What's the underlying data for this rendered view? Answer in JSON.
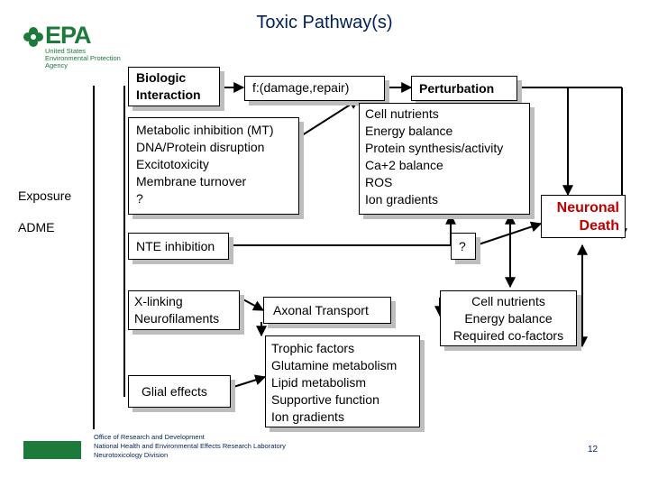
{
  "title": "Toxic Pathway(s)",
  "logo": {
    "wordmark": "EPA",
    "agency_lines": [
      "United States",
      "Environmental Protection",
      "Agency"
    ]
  },
  "left_labels": {
    "exposure": "Exposure",
    "adme": "ADME"
  },
  "headers": {
    "biologic_interaction": "Biologic Interaction",
    "function": "f:(damage,repair)",
    "perturbation": "Perturbation"
  },
  "mechanisms": [
    "Metabolic inhibition (MT)",
    "DNA/Protein disruption",
    "Excitotoxicity",
    "Membrane turnover",
    "?"
  ],
  "perturbation_items": [
    "Cell nutrients",
    "Energy balance",
    "Protein synthesis/activity",
    "Ca+2 balance",
    "ROS",
    "Ion gradients"
  ],
  "outcome": "Neuronal Death",
  "nte": "NTE inhibition",
  "question": "?",
  "xlinking": "X-linking Neurofilaments",
  "axonal_transport": "Axonal Transport",
  "glial_effects": "Glial effects",
  "trophic_items": [
    "Trophic factors",
    "Glutamine metabolism",
    "Lipid metabolism",
    "Supportive function",
    "Ion gradients"
  ],
  "cell_items": [
    "Cell nutrients",
    "Energy balance",
    "Required co-factors"
  ],
  "footer_lines": [
    "Office of Research and Development",
    "National Health and Environmental Effects Research Laboratory",
    "Neurotoxicology Division"
  ],
  "page_number": "12",
  "colors": {
    "title": "#00205b",
    "epa_green": "#1c7a3a",
    "outcome_red": "#c00000",
    "shadow": "#bdbdbd"
  }
}
